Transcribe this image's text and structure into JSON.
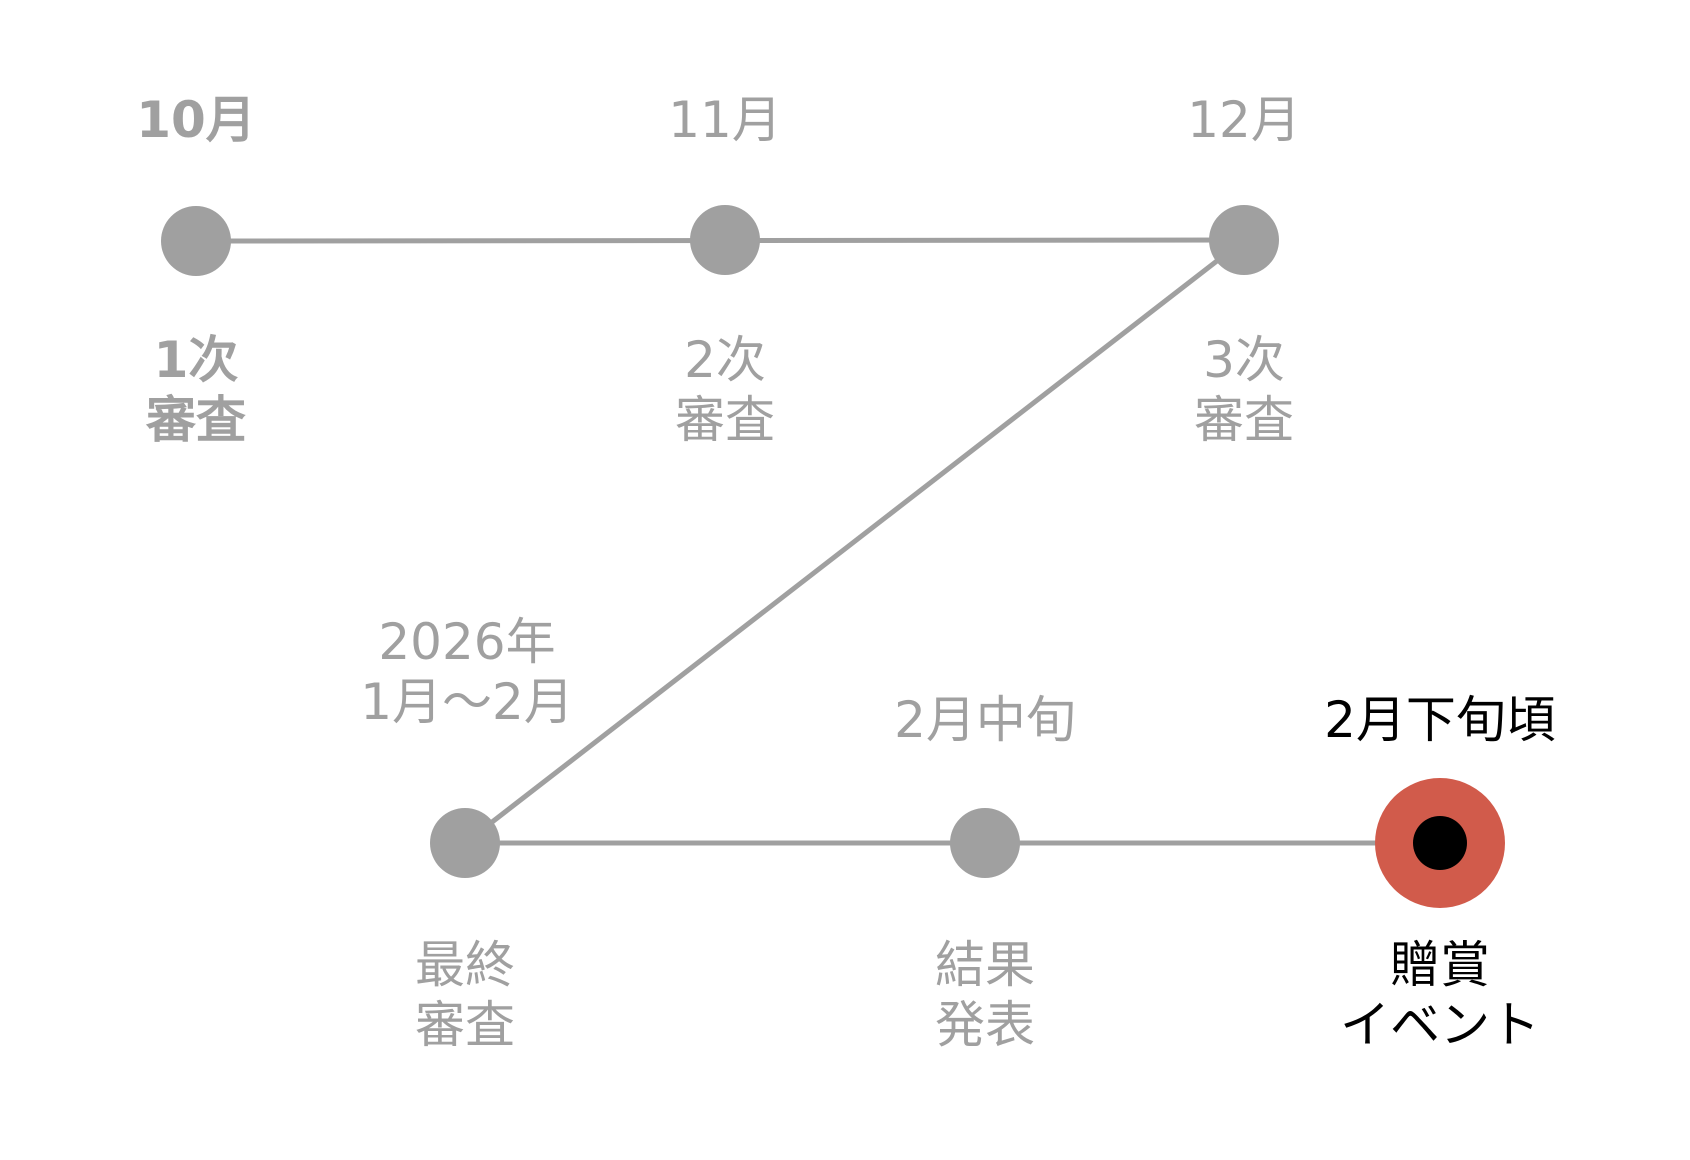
{
  "colors": {
    "inactive": "#a0a0a0",
    "highlight": "#d15b4b",
    "active_text": "#000000",
    "background": "#ffffff"
  },
  "timeline": [
    {
      "date": "10月",
      "stage": "1次\n審査",
      "bold": true
    },
    {
      "date": "11月",
      "stage": "2次\n審査"
    },
    {
      "date": "12月",
      "stage": "3次\n審査"
    },
    {
      "date": "2026年\n1月〜2月",
      "stage": "最終\n審査"
    },
    {
      "date": "2月中旬",
      "stage": "結果\n発表"
    },
    {
      "date": "2月下旬頃",
      "stage": "贈賞\nイベント",
      "current": true
    }
  ]
}
